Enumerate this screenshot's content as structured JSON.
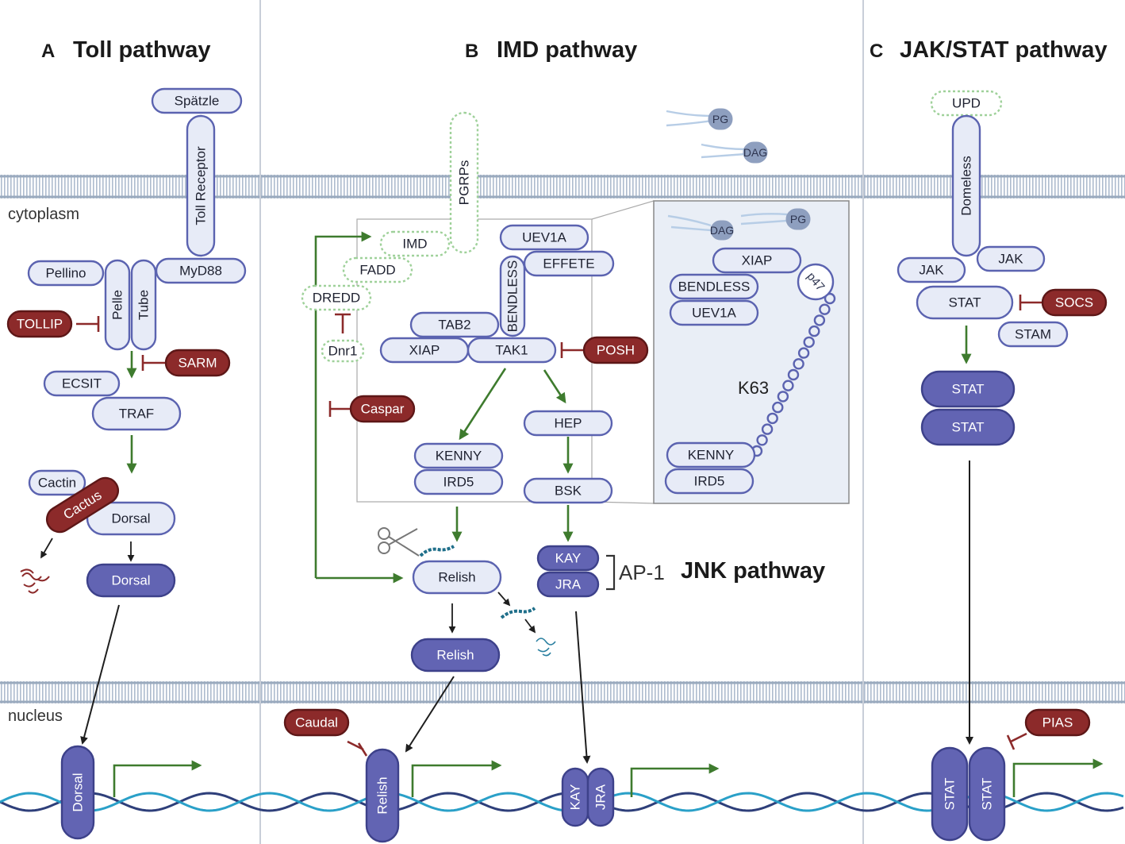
{
  "panels": {
    "toll": {
      "letter": "A",
      "title": "Toll pathway"
    },
    "imd": {
      "letter": "B",
      "title": "IMD pathway"
    },
    "jak": {
      "letter": "C",
      "title": "JAK/STAT pathway"
    }
  },
  "labels": {
    "cytoplasm": "cytoplasm",
    "nucleus": "nucleus",
    "ap1": "AP-1",
    "jnk": "JNK pathway",
    "k63": "K63",
    "p47": "p47"
  },
  "toll": {
    "spatzle": "Spätzle",
    "toll_receptor": "Toll Receptor",
    "myd88": "MyD88",
    "pellino": "Pellino",
    "pelle": "Pelle",
    "tube": "Tube",
    "tollip": "TOLLIP",
    "sarm": "SARM",
    "ecsit": "ECSIT",
    "traf": "TRAF",
    "cactin": "Cactin",
    "cactus": "Cactus",
    "dorsal": "Dorsal",
    "dorsal_active": "Dorsal",
    "dorsal_nuclear": "Dorsal"
  },
  "imd": {
    "pg": "PG",
    "dag": "DAG",
    "pgrps": "PGRPs",
    "imd": "IMD",
    "fadd": "FADD",
    "dredd": "DREDD",
    "dnr1": "Dnr1",
    "uev1a": "UEV1A",
    "effete": "EFFETE",
    "bendless": "BENDLESS",
    "tab2": "TAB2",
    "xiap": "XIAP",
    "tak1": "TAK1",
    "posh": "POSH",
    "caspar": "Caspar",
    "kenny": "KENNY",
    "ird5": "IRD5",
    "hep": "HEP",
    "bsk": "BSK",
    "relish": "Relish",
    "relish_active": "Relish",
    "relish_nuclear": "Relish",
    "caudal": "Caudal",
    "kay": "KAY",
    "jra": "JRA",
    "kay_nuclear": "KAY",
    "jra_nuclear": "JRA"
  },
  "inset": {
    "dag": "DAG",
    "pg": "PG",
    "xiap": "XIAP",
    "bendless": "BENDLESS",
    "uev1a": "UEV1A",
    "kenny": "KENNY",
    "ird5": "IRD5"
  },
  "jak": {
    "upd": "UPD",
    "domeless": "Domeless",
    "jak1": "JAK",
    "jak2": "JAK",
    "stat": "STAT",
    "socs": "SOCS",
    "stam": "STAM",
    "stat_dimer_top": "STAT",
    "stat_dimer_bottom": "STAT",
    "pias": "PIAS",
    "stat_nuclear_1": "STAT",
    "stat_nuclear_2": "STAT"
  },
  "colors": {
    "light_fill": "#e7ebf7",
    "outline": "#5b63b0",
    "dark_fill": "#6264b3",
    "red_fill": "#8c2a2a",
    "green_arrow": "#3e7b2e",
    "inhibit": "#8c2a2a",
    "membrane": "#a9b7c9",
    "inset_fill": "#e9eef6"
  }
}
